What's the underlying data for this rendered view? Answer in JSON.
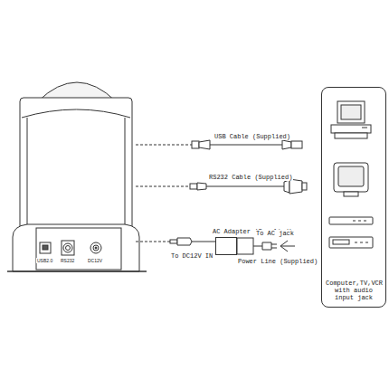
{
  "diagram": {
    "nodes": [
      {
        "text": [
          "AC Adapter (Supplied)"
        ]
      },
      {
        "text": [
          "Computer,TV,VCR with audio input jack"
        ]
      }
    ],
    "labels": [
      "USB Cable (Supplied)",
      "RS232 Cable (Supplied)",
      "To DC12V IN",
      "To AC jack",
      "Power Line (Supplied)",
      "USB2.0",
      "RS232",
      "DC12V"
    ]
  }
}
